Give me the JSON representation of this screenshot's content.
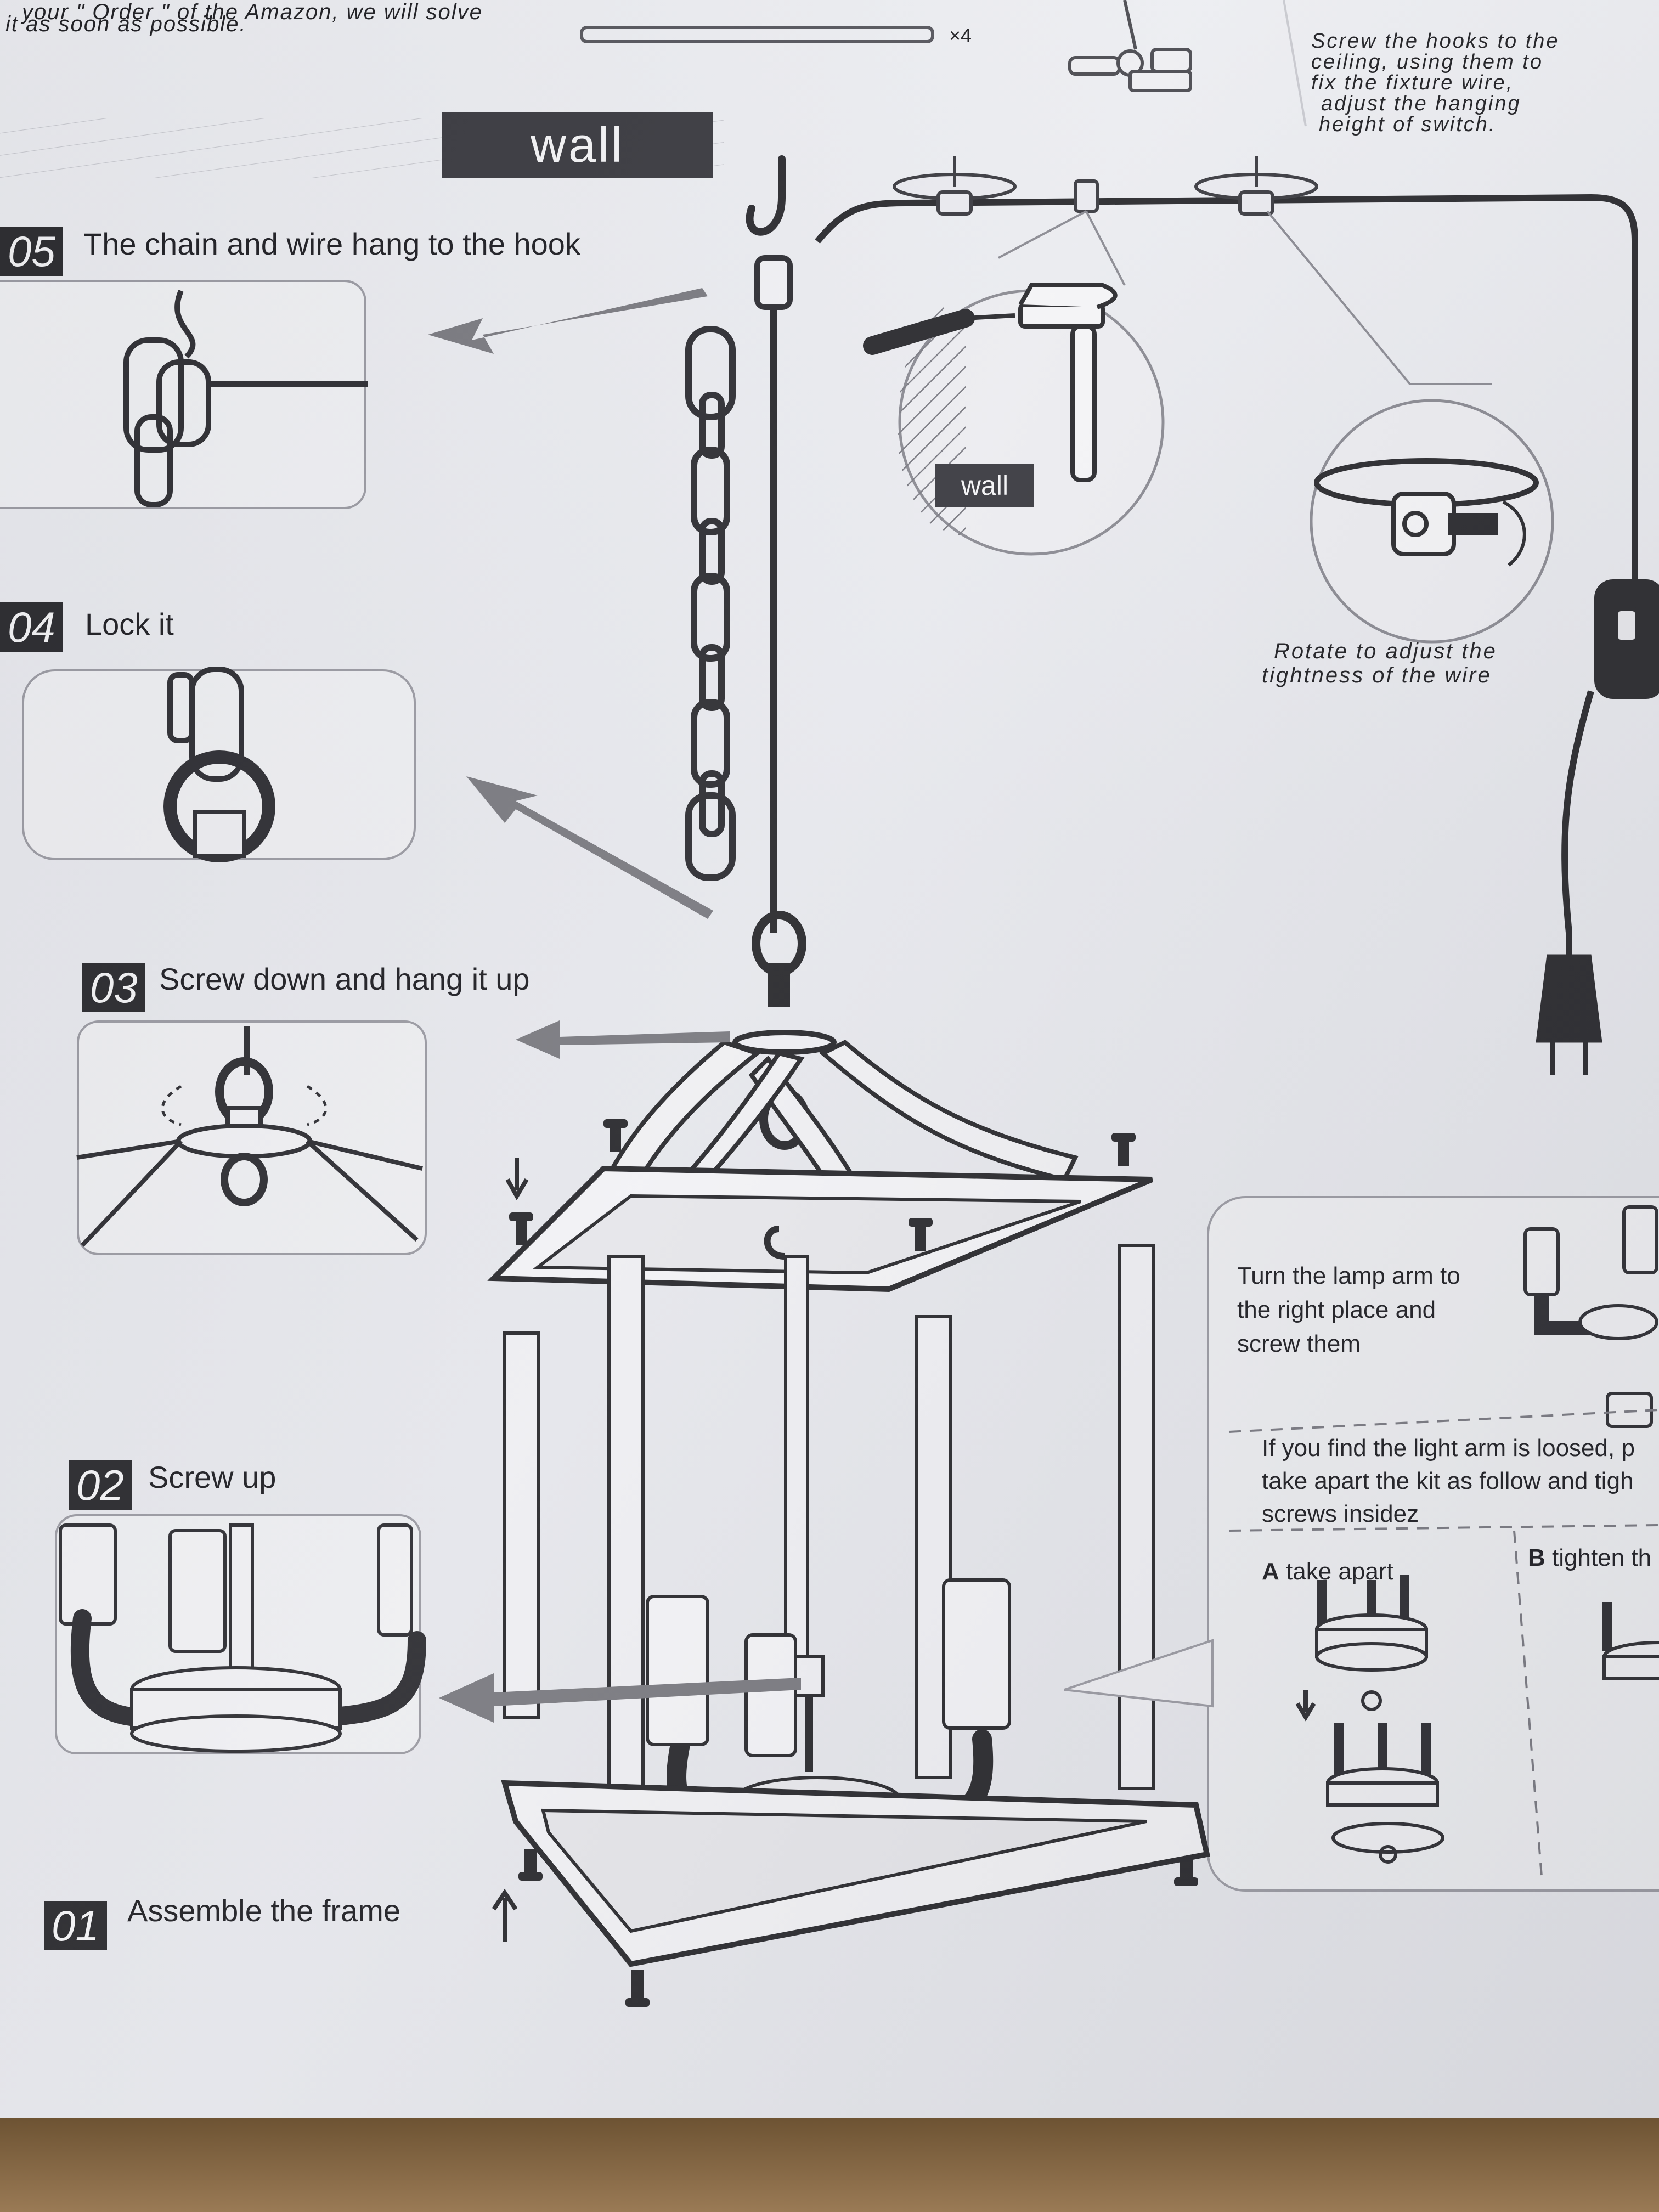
{
  "header": {
    "top_note_line1": "your \" Order \" of the Amazon, we will solve",
    "top_note_line2": "it as soon as possible.",
    "rod_qty": "×4",
    "hooks_note": [
      "Screw the hooks to the",
      "ceiling, using them to",
      "fix the fixture wire,",
      "adjust the hanging",
      "height of switch."
    ]
  },
  "labels": {
    "wall_main": "wall",
    "wall_zoom": "wall",
    "rotate_note": [
      "Rotate to adjust the",
      "tightness of the wire"
    ]
  },
  "steps": [
    {
      "number": "05",
      "title": "The chain and wire hang to the hook"
    },
    {
      "number": "04",
      "title": "Lock it"
    },
    {
      "number": "03",
      "title": "Screw down and hang it up"
    },
    {
      "number": "02",
      "title": "Screw up"
    },
    {
      "number": "01",
      "title": "Assemble the frame"
    }
  ],
  "side_panel": {
    "turn_arm": [
      "Turn the lamp arm to",
      "the right place and",
      "screw them"
    ],
    "loose_note": [
      "If you find the light arm is loosed, p",
      "take apart the kit as follow and tigh",
      "screws insidez"
    ],
    "a_letter": "A",
    "a_text": "take apart",
    "b_letter": "B",
    "b_text": "tighten th"
  }
}
